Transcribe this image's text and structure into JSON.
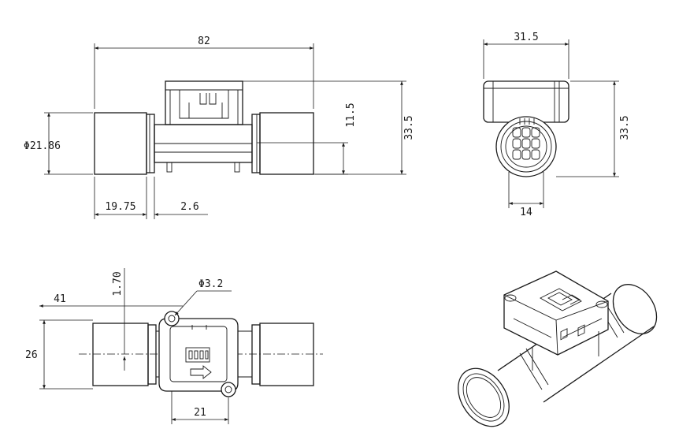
{
  "dimensions": {
    "front_length": "82",
    "front_diameter": "Φ21.86",
    "front_connector_height": "11.5",
    "front_total_height": "33.5",
    "front_end_length": "19.75",
    "front_flange": "2.6",
    "side_width": "31.5",
    "side_total_height": "33.5",
    "side_bottom_width": "14",
    "top_offset": "41",
    "top_hole_offset": "1.70",
    "top_hole_diameter": "Φ3.2",
    "top_height": "26",
    "top_mount_width": "21"
  }
}
